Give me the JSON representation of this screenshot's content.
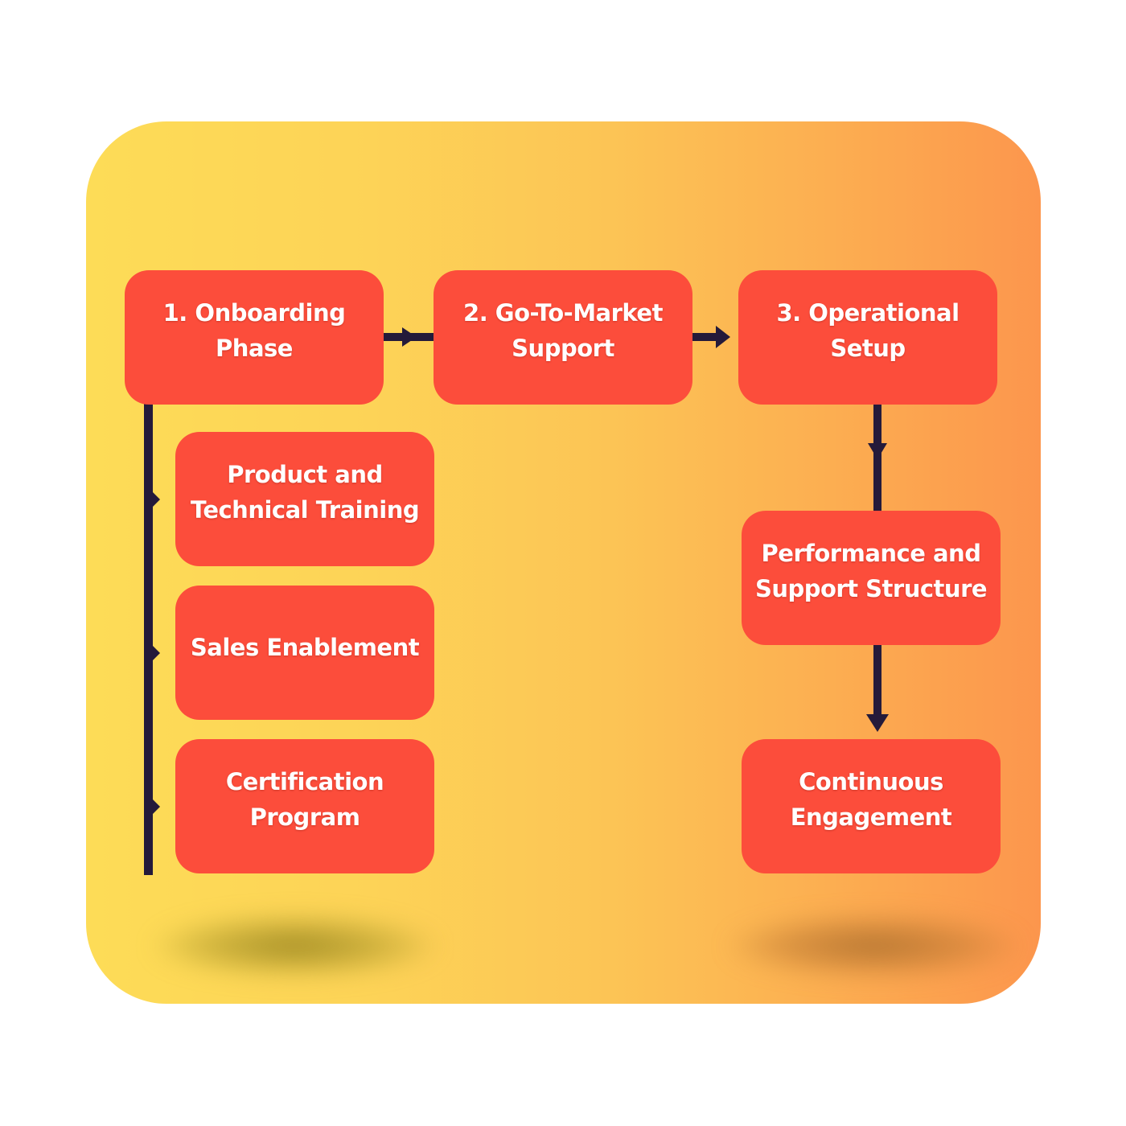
{
  "diagram": {
    "boxes": {
      "onboarding": "1. Onboarding\nPhase",
      "gtm": "2. Go-To-Market\nSupport",
      "operational": "3. Operational\nSetup",
      "training": "Product and\nTechnical Training",
      "sales": "Sales Enablement",
      "certification": "Certification\nProgram",
      "performance": "Performance and\nSupport Structure",
      "engagement": "Continuous\nEngagement"
    },
    "colors": {
      "box_fill": "#fc4d3b",
      "connector": "#241a3a",
      "panel_gradient_start": "#fddc57",
      "panel_gradient_end": "#fc964d"
    }
  }
}
